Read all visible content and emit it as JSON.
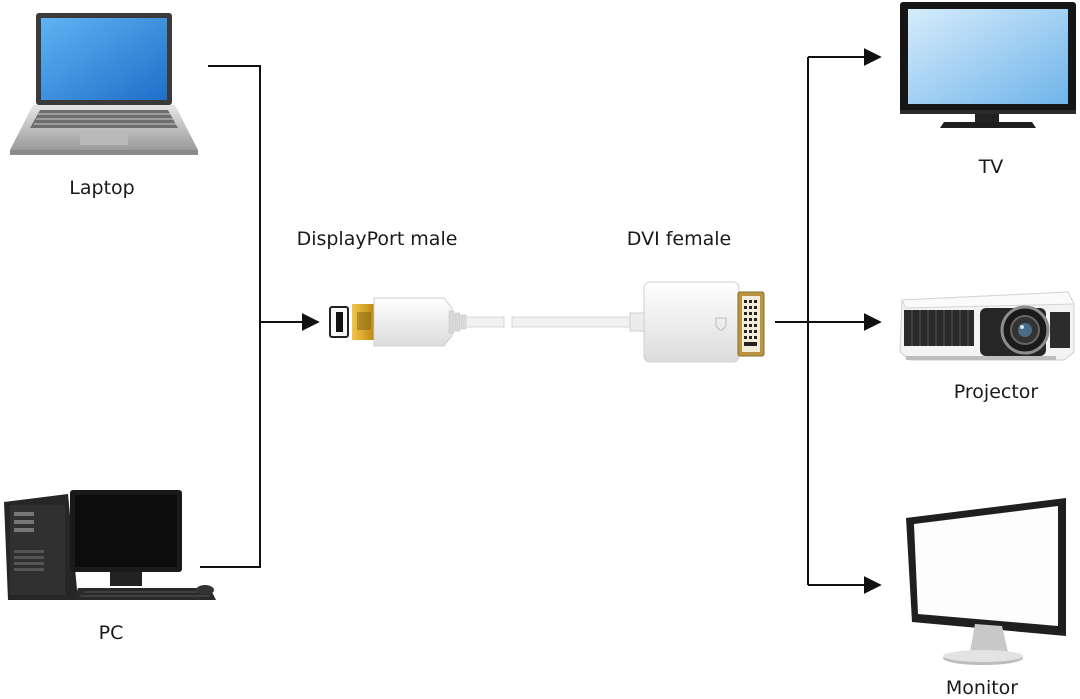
{
  "sources": [
    {
      "id": "laptop",
      "label": "Laptop",
      "icon": "laptop-icon"
    },
    {
      "id": "pc",
      "label": "PC",
      "icon": "desktop-pc-icon"
    }
  ],
  "adapter": {
    "input_label": "DisplayPort male",
    "output_label": "DVI female",
    "input_icon": "displayport-plug-icon",
    "output_icon": "dvi-adapter-icon"
  },
  "outputs": [
    {
      "id": "tv",
      "label": "TV",
      "icon": "tv-icon"
    },
    {
      "id": "projector",
      "label": "Projector",
      "icon": "projector-icon"
    },
    {
      "id": "monitor",
      "label": "Monitor",
      "icon": "monitor-icon"
    }
  ],
  "colors": {
    "line": "#111111",
    "screen_blue": "#2f8fe0",
    "connector_gold": "#d9a21a",
    "cable_white": "#f2f2f2"
  }
}
